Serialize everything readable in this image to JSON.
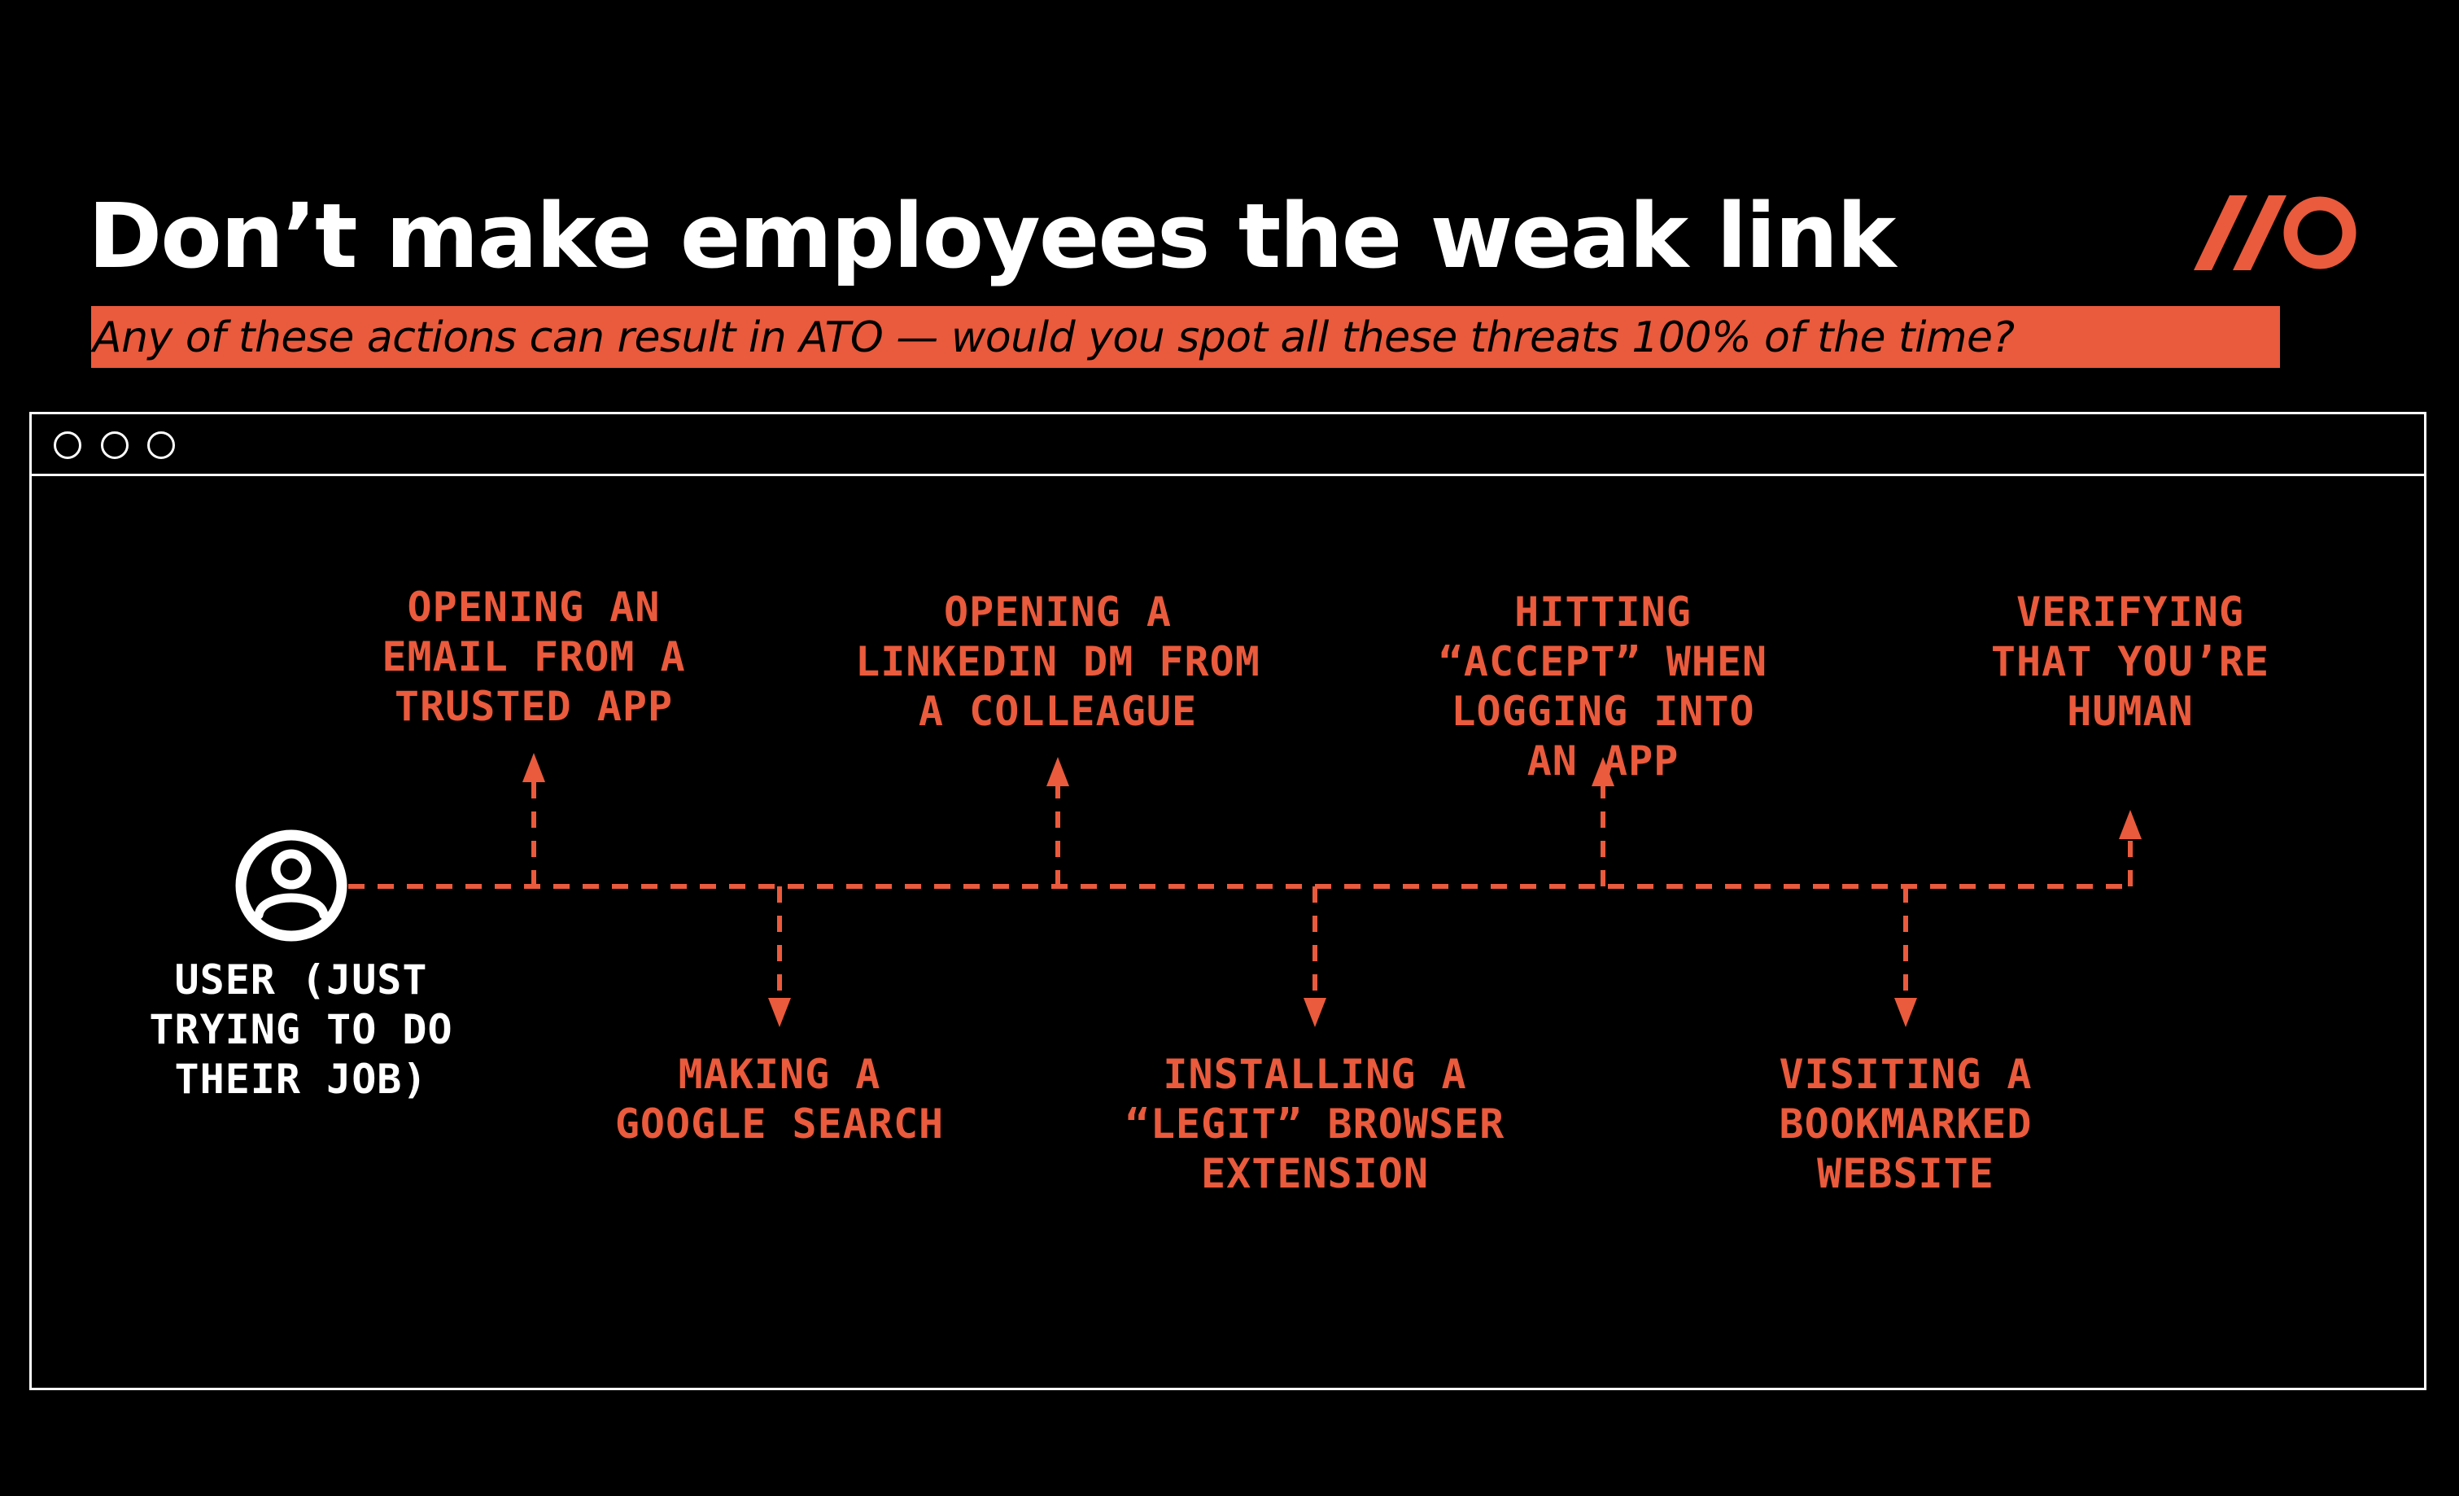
{
  "header": {
    "title": "Don’t make employees the weak link",
    "subtitle": "Any of these actions can result in ATO — would you spot all these threats 100% of the time?"
  },
  "logo": {
    "icon": "slash-slash-o-logo"
  },
  "window": {
    "controls": [
      "window-dot-1",
      "window-dot-2",
      "window-dot-3"
    ]
  },
  "diagram": {
    "user": {
      "icon": "user-circle-icon",
      "label": "USER (JUST\nTRYING TO DO\nTHEIR JOB)"
    },
    "steps": [
      {
        "label": "OPENING AN\nEMAIL FROM A\nTRUSTED APP",
        "direction": "up"
      },
      {
        "label": "MAKING A\nGOOGLE SEARCH",
        "direction": "down"
      },
      {
        "label": "OPENING A\nLINKEDIN DM FROM\nA COLLEAGUE",
        "direction": "up"
      },
      {
        "label": "INSTALLING A\n“LEGIT” BROWSER\nEXTENSION",
        "direction": "down"
      },
      {
        "label": "HITTING\n“ACCEPT” WHEN\nLOGGING INTO\nAN APP",
        "direction": "up"
      },
      {
        "label": "VISITING A\nBOOKMARKED\nWEBSITE",
        "direction": "down"
      },
      {
        "label": "VERIFYING\nTHAT YOU’RE\nHUMAN",
        "direction": "up"
      }
    ]
  },
  "colors": {
    "background": "#000000",
    "accent": "#ea5a3c",
    "text": "#ffffff"
  }
}
